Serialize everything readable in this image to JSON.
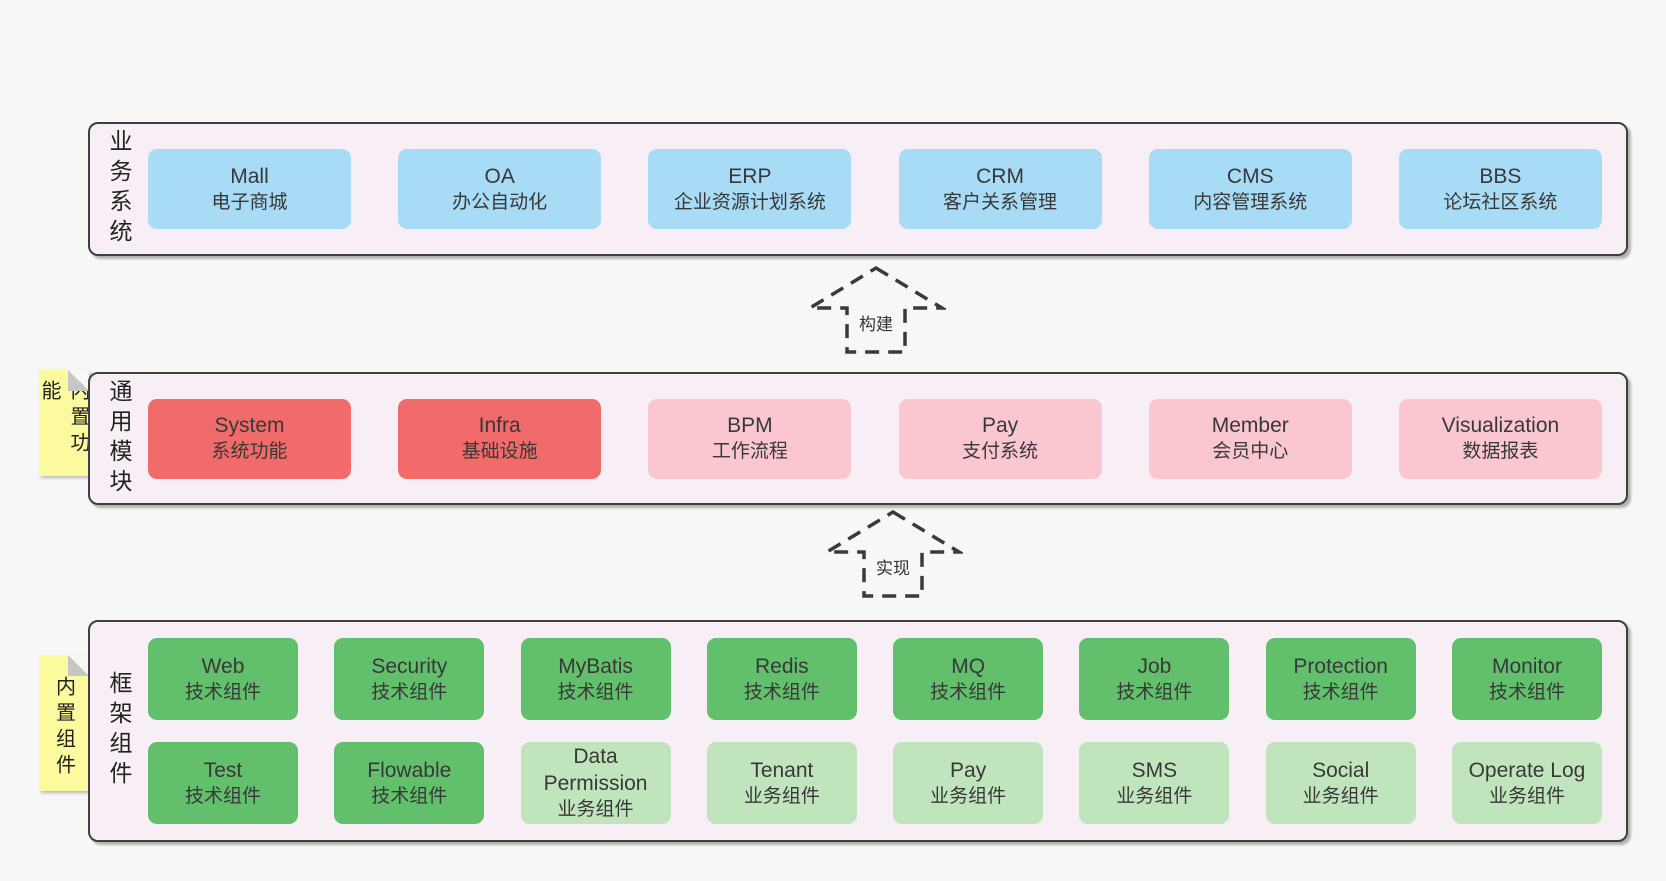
{
  "page": {
    "background": "#f7f7f7",
    "band_background": "#f8eef6",
    "border_color": "#3f3f3f"
  },
  "colors": {
    "blue": "#a8dbf5",
    "red": "#f16b6b",
    "pink": "#fac7d0",
    "green": "#62c06c",
    "lightgreen": "#c0e5bc",
    "note_yellow": "#fbfa9e"
  },
  "arrows": [
    {
      "label": "构建"
    },
    {
      "label": "实现"
    }
  ],
  "bands": [
    {
      "label": "业务系统",
      "note": null,
      "rows": [
        [
          {
            "name": "Mall",
            "sub": "电子商城",
            "type": "blue"
          },
          {
            "name": "OA",
            "sub": "办公自动化",
            "type": "blue"
          },
          {
            "name": "ERP",
            "sub": "企业资源计划系统",
            "type": "blue"
          },
          {
            "name": "CRM",
            "sub": "客户关系管理",
            "type": "blue"
          },
          {
            "name": "CMS",
            "sub": "内容管理系统",
            "type": "blue"
          },
          {
            "name": "BBS",
            "sub": "论坛社区系统",
            "type": "blue"
          }
        ]
      ]
    },
    {
      "label": "通用模块",
      "note": "内置功能",
      "rows": [
        [
          {
            "name": "System",
            "sub": "系统功能",
            "type": "red"
          },
          {
            "name": "Infra",
            "sub": "基础设施",
            "type": "red"
          },
          {
            "name": "BPM",
            "sub": "工作流程",
            "type": "pink"
          },
          {
            "name": "Pay",
            "sub": "支付系统",
            "type": "pink"
          },
          {
            "name": "Member",
            "sub": "会员中心",
            "type": "pink"
          },
          {
            "name": "Visualization",
            "sub": "数据报表",
            "type": "pink"
          }
        ]
      ]
    },
    {
      "label": "框架组件",
      "note": "内置组件",
      "rows": [
        [
          {
            "name": "Web",
            "sub": "技术组件",
            "type": "green"
          },
          {
            "name": "Security",
            "sub": "技术组件",
            "type": "green"
          },
          {
            "name": "MyBatis",
            "sub": "技术组件",
            "type": "green"
          },
          {
            "name": "Redis",
            "sub": "技术组件",
            "type": "green"
          },
          {
            "name": "MQ",
            "sub": "技术组件",
            "type": "green"
          },
          {
            "name": "Job",
            "sub": "技术组件",
            "type": "green"
          },
          {
            "name": "Protection",
            "sub": "技术组件",
            "type": "green"
          },
          {
            "name": "Monitor",
            "sub": "技术组件",
            "type": "green"
          }
        ],
        [
          {
            "name": "Test",
            "sub": "技术组件",
            "type": "green"
          },
          {
            "name": "Flowable",
            "sub": "技术组件",
            "type": "green"
          },
          {
            "name": "Data Permission",
            "sub": "业务组件",
            "type": "lightgreen"
          },
          {
            "name": "Tenant",
            "sub": "业务组件",
            "type": "lightgreen"
          },
          {
            "name": "Pay",
            "sub": "业务组件",
            "type": "lightgreen"
          },
          {
            "name": "SMS",
            "sub": "业务组件",
            "type": "lightgreen"
          },
          {
            "name": "Social",
            "sub": "业务组件",
            "type": "lightgreen"
          },
          {
            "name": "Operate Log",
            "sub": "业务组件",
            "type": "lightgreen"
          }
        ]
      ]
    }
  ]
}
